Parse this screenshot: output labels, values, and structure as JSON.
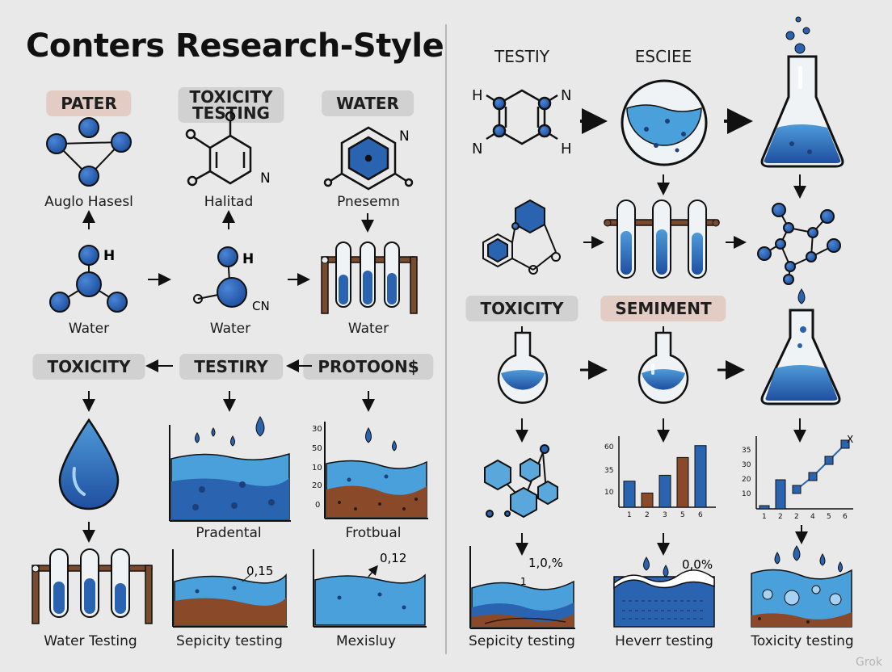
{
  "header": {
    "title": "Conters Research-Style"
  },
  "left": {
    "chips": {
      "pater": "PATER",
      "toxicity_testing": "TOXICITY\nTESTING",
      "water": "WATER",
      "toxicity": "TOXICITY",
      "testiry": "TESTIRY",
      "protoons": "PROTOON$"
    },
    "labels": {
      "auglo": "Auglo Hasesl",
      "halitad": "Halitad",
      "pnesemn": "Pnesemn",
      "water1": "Water",
      "water2": "Water",
      "water3": "Water",
      "pradental": "Pradental",
      "frotbual": "Frotbual",
      "water_testing": "Water Testing",
      "sepicity1": "Sepicity testing",
      "mexisluy": "Mexisluy"
    },
    "atoms": {
      "h1": "H",
      "h2": "H",
      "cn": "CN",
      "n1": "N",
      "n2": "N"
    },
    "numbers": {
      "v015": "0,15",
      "v012": "0,12"
    },
    "axis_ticks": [
      "30",
      "50",
      "10",
      "20",
      "0"
    ]
  },
  "right": {
    "headings": {
      "testiy": "TESTIY",
      "esciee": "ESCIEE"
    },
    "chips": {
      "toxicity": "TOXICITY",
      "semiment": "SEMIMENT"
    },
    "atoms": {
      "h1": "H",
      "n1": "N",
      "n2": "N",
      "h2": "H",
      "x": "X"
    },
    "labels": {
      "sepicity2": "Sepicity testing",
      "heverr": "Heverr testing",
      "toxicity_testing": "Toxicity testing"
    },
    "numbers": {
      "v100": "1,0,%",
      "v00": "0,0%",
      "one": "1"
    }
  },
  "colors": {
    "blue": "#2a63b0",
    "light_blue": "#5aa7dc",
    "brown": "#8a4a2a",
    "gray_chip": "#d2d1d1",
    "pink_chip": "#e3ccc4"
  },
  "chart_data": [
    {
      "type": "bar",
      "categories": [
        "1",
        "2",
        "3",
        "5",
        "6"
      ],
      "y_ticks": [
        "60",
        "35",
        "10"
      ],
      "values": [
        22,
        12,
        27,
        42,
        52
      ]
    },
    {
      "type": "line",
      "x_ticks": [
        "1",
        "2",
        "2",
        "4",
        "5",
        "6"
      ],
      "y_ticks": [
        "35",
        "30",
        "20",
        "10"
      ],
      "x": [
        1,
        2,
        3,
        4,
        5,
        6
      ],
      "y": [
        2,
        18,
        12,
        20,
        30,
        40
      ],
      "annotation": "X"
    }
  ],
  "watermark": "Grok"
}
